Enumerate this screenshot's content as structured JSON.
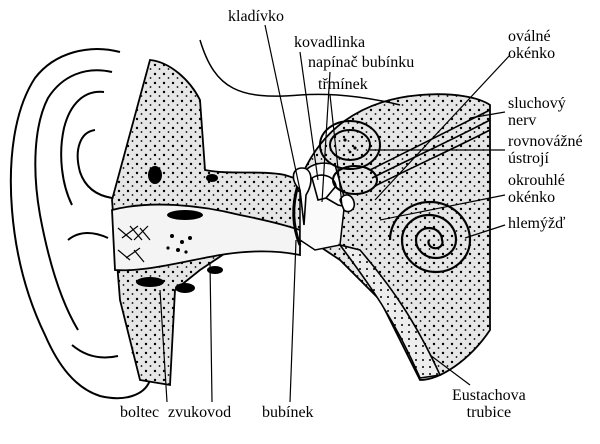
{
  "labels": {
    "kladivko": "kladívko",
    "kovadlinka": "kovadlinka",
    "napinac": "napínač bubínku",
    "trminek": "třmínek",
    "ovalne": {
      "line1": "oválné",
      "line2": "okénko"
    },
    "sluchovy": {
      "line1": "sluchový",
      "line2": "nerv"
    },
    "rovnovazne": {
      "line1": "rovnovážné",
      "line2": "ústrojí"
    },
    "okrouhle": {
      "line1": "okrouhlé",
      "line2": "okénko"
    },
    "hlemyzd": "hlemýžď",
    "eustachova": {
      "line1": "Eustachova",
      "line2": "trubice"
    },
    "boltec": "boltec",
    "zvukovod": "zvukovod",
    "bubinek": "bubínek"
  },
  "colors": {
    "ink": "#000000",
    "paper": "#ffffff",
    "shade": "#d8d8d8"
  }
}
